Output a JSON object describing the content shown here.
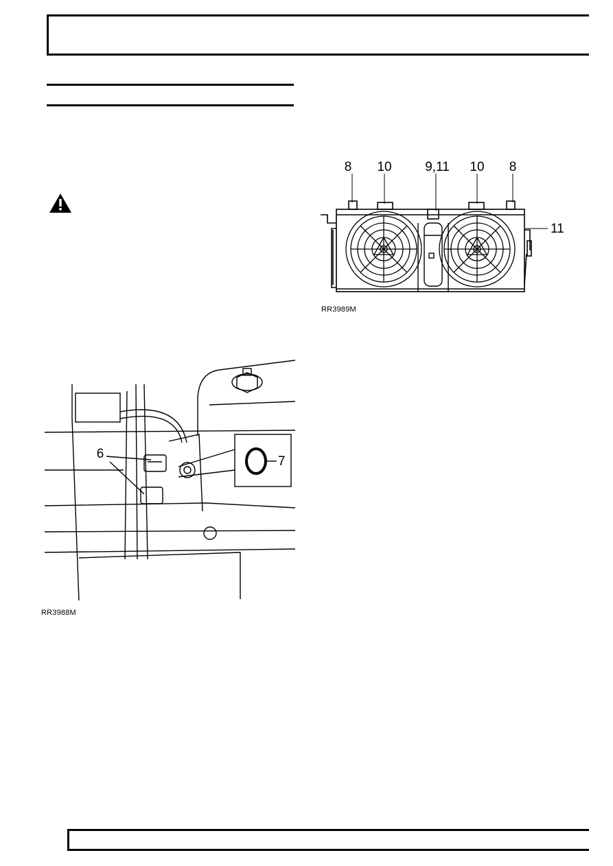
{
  "figures": {
    "fan_assembly": {
      "caption": "RR3989M",
      "callouts": [
        "8",
        "10",
        "9,11",
        "10",
        "8",
        "11"
      ]
    },
    "pipe_detail": {
      "caption": "RR3988M",
      "callouts": [
        "6",
        "7"
      ]
    }
  },
  "icons": {
    "warning": "warning-triangle-icon"
  }
}
